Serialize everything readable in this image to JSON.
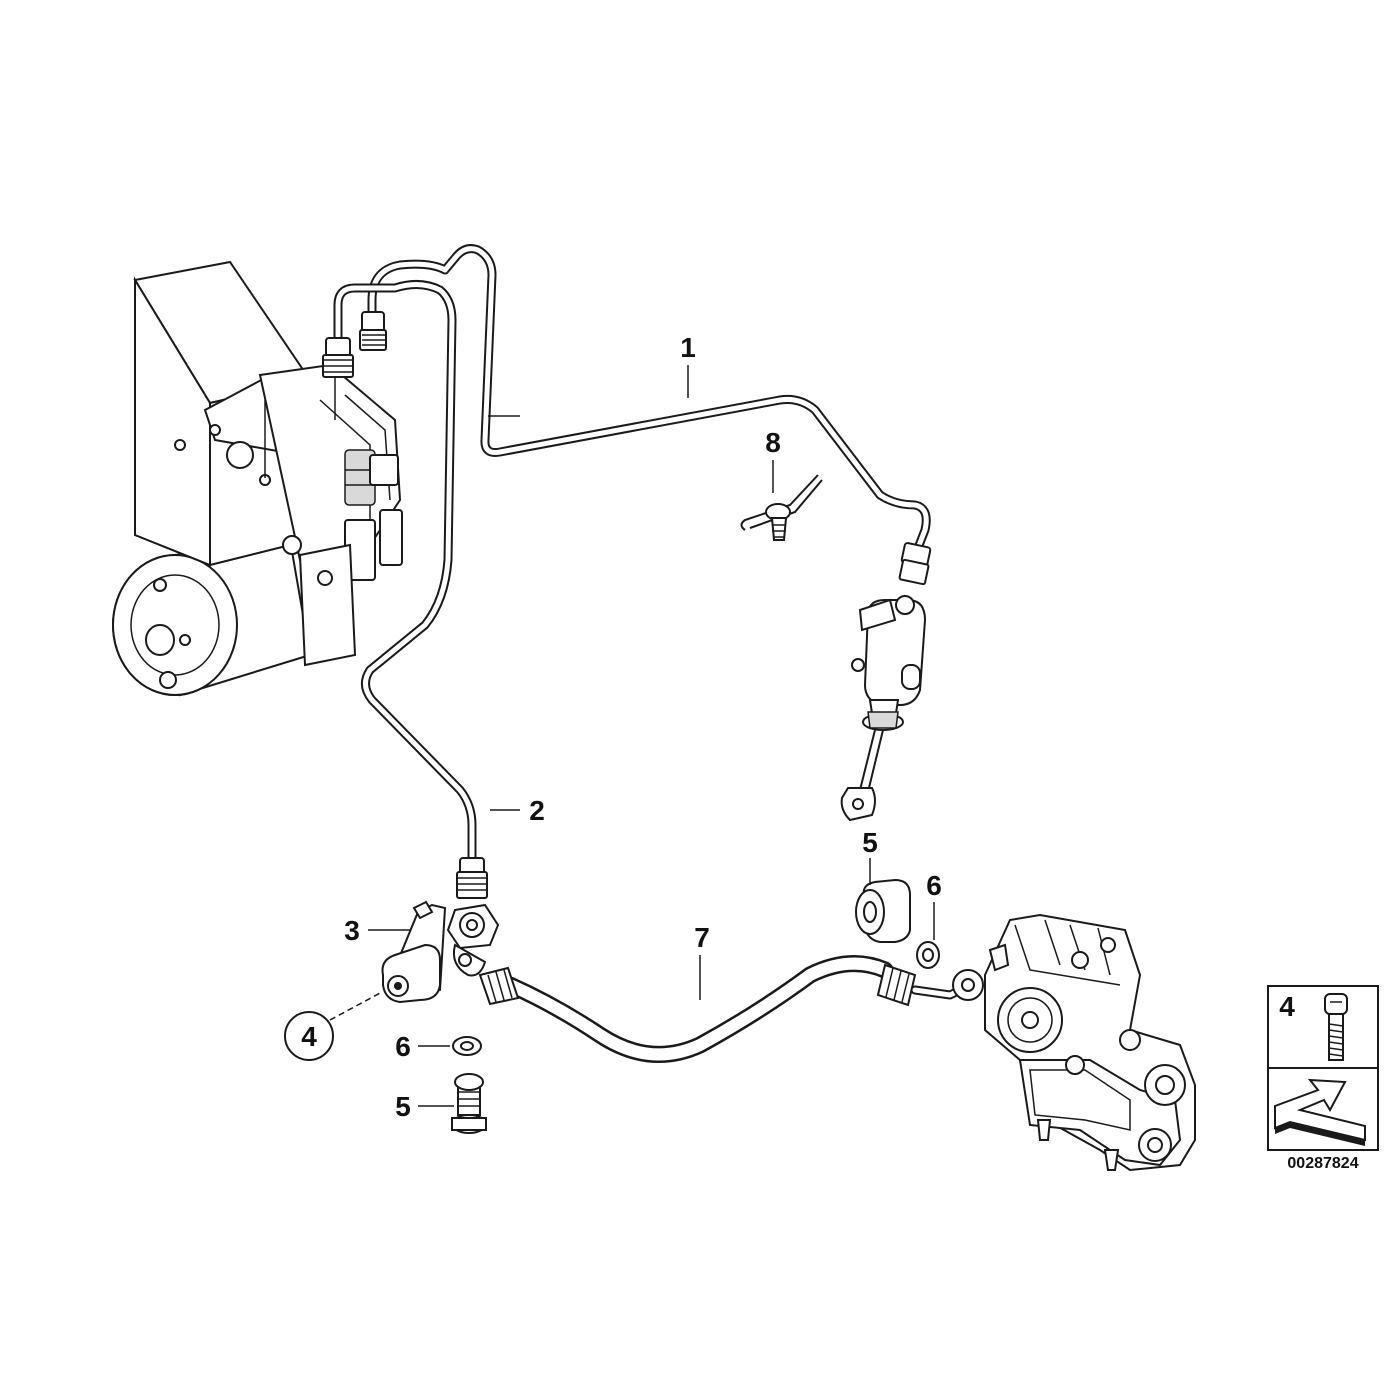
{
  "diagram": {
    "callouts": [
      {
        "id": "c1",
        "label": "1"
      },
      {
        "id": "c2",
        "label": "2"
      },
      {
        "id": "c3",
        "label": "3"
      },
      {
        "id": "c4",
        "label": "4"
      },
      {
        "id": "c5a",
        "label": "5"
      },
      {
        "id": "c5b",
        "label": "5"
      },
      {
        "id": "c6a",
        "label": "6"
      },
      {
        "id": "c6b",
        "label": "6"
      },
      {
        "id": "c7",
        "label": "7"
      },
      {
        "id": "c8",
        "label": "8"
      }
    ],
    "legend": {
      "label": "4",
      "part_number": "00287824"
    }
  }
}
